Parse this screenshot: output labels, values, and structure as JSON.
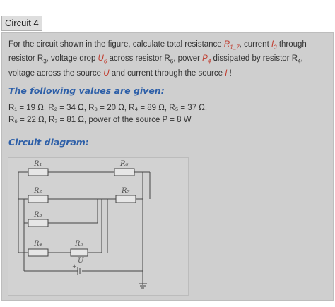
{
  "tab": {
    "title": "Circuit 4"
  },
  "problem": {
    "p1": "For the circuit shown in the figure, calculate total resistance ",
    "r17": "R",
    "r17_sub": "1_7",
    "p2": ", current ",
    "i3": "I",
    "i3_sub": "3",
    "p3": " through resistor R",
    "p3_sub": "3",
    "p4": ", voltage drop ",
    "u6": "U",
    "u6_sub": "6",
    "p5": " across resistor R",
    "p5_sub": "6",
    "p6": ", power ",
    "p4v": "P",
    "p4v_sub": "4",
    "p7": " dissipated by resistor R",
    "p7_sub": "4",
    "p8": ", voltage across the source ",
    "u": "U",
    "p9": " and current through the source ",
    "i": "I",
    "p10": " !"
  },
  "given": {
    "heading": "The following values are given:",
    "line1": "R₁ = 19 Ω,  R₂ = 34 Ω,  R₃ = 20 Ω,  R₄ = 89 Ω,  R₅ = 37 Ω,",
    "line2": "R₆ = 22 Ω,  R₇ = 81 Ω,  power of the source P = 8 W"
  },
  "diagram": {
    "heading": "Circuit diagram:",
    "labels": {
      "r1": "R₁",
      "r2": "R₂",
      "r3": "R₃",
      "r4": "R₄",
      "r5": "R₅",
      "r6": "R₆",
      "r7": "R₇",
      "u": "U",
      "plus": "+"
    }
  }
}
